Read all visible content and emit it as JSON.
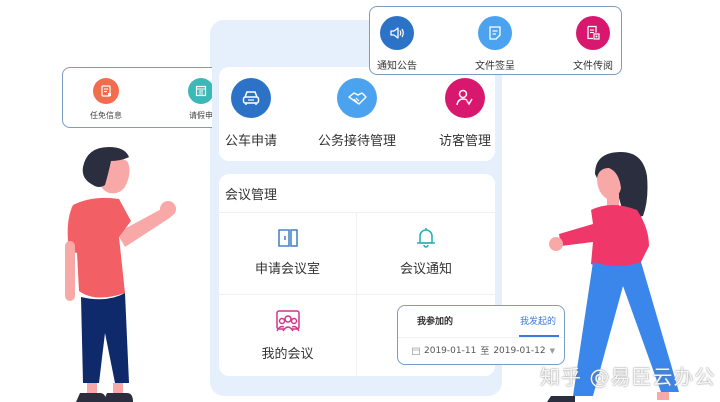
{
  "colors": {
    "phone_bg": "#e6effc",
    "card_border": "#7b9cc4",
    "accent_blue": "#3d7bd9",
    "dark_blue": "#2c72c7",
    "light_blue": "#4ba3ef",
    "magenta": "#d8186f",
    "orange": "#f26c4f",
    "teal": "#3bb8b8"
  },
  "float_left": {
    "items": [
      {
        "label": "任免信息",
        "icon": "document-icon",
        "color": "#f26c4f"
      },
      {
        "label": "请假申",
        "icon": "calendar-leave-icon",
        "color": "#3bb8b8"
      }
    ]
  },
  "float_top": {
    "items": [
      {
        "label": "通知公告",
        "icon": "speaker-icon",
        "color": "#2c72c7"
      },
      {
        "label": "文件签呈",
        "icon": "note-icon",
        "color": "#4ba3ef"
      },
      {
        "label": "文件传阅",
        "icon": "document-circulate-icon",
        "color": "#d8186f"
      }
    ]
  },
  "top_card": {
    "items": [
      {
        "label": "公车申请",
        "icon": "car-icon",
        "color": "#2c72c7"
      },
      {
        "label": "公务接待管理",
        "icon": "handshake-icon",
        "color": "#4ba3ef"
      },
      {
        "label": "访客管理",
        "icon": "visitor-icon",
        "color": "#d8186f"
      }
    ]
  },
  "meeting": {
    "title": "会议管理",
    "items": [
      {
        "label": "申请会议室",
        "icon": "meeting-room-door-icon",
        "color": "#4a86c8"
      },
      {
        "label": "会议通知",
        "icon": "bell-icon",
        "color": "#2bb3b3"
      },
      {
        "label": "我的会议",
        "icon": "my-meeting-group-icon",
        "color": "#d0348a"
      }
    ]
  },
  "tabs_card": {
    "tabs": [
      {
        "label": "我参加的",
        "active": false
      },
      {
        "label": "我发起的",
        "active": true
      }
    ],
    "date_start": "2019-01-11",
    "date_sep": "至",
    "date_end": "2019-01-12"
  },
  "watermark": "知乎 @易臣云办公"
}
